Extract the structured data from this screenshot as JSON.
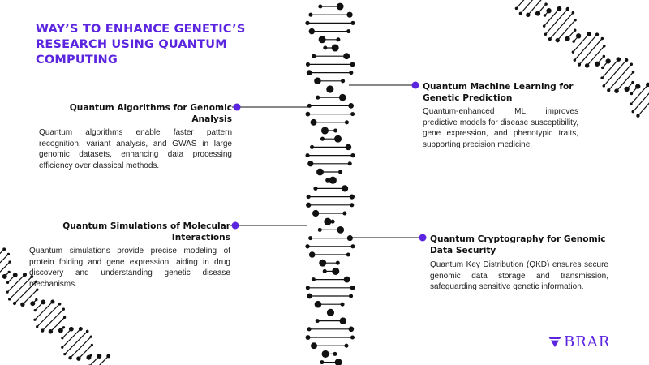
{
  "title": "WAY’S TO ENHANCE GENETIC’S RESEARCH USING QUANTUM COMPUTING",
  "points": [
    {
      "heading": "Quantum Algorithms for Genomic Analysis",
      "body": "Quantum algorithms enable faster pattern recognition, variant analysis, and GWAS in large genomic datasets, enhancing data processing efficiency over classical methods."
    },
    {
      "heading": "Quantum Machine Learning for Genetic Prediction",
      "body": "Quantum-enhanced ML improves predictive models for disease susceptibility, gene expression, and phenotypic traits, supporting precision medicine."
    },
    {
      "heading": "Quantum Simulations of Molecular Interactions",
      "body": "Quantum simulations provide precise modeling of protein folding and gene expression, aiding in drug discovery and understanding genetic disease mechanisms."
    },
    {
      "heading": "Quantum Cryptography for Genomic Data Security",
      "body": "Quantum Key Distribution (QKD) ensures secure genomic data storage and transmission, safeguarding sensitive genetic information."
    }
  ],
  "logo": {
    "text": "BRAR"
  },
  "colors": {
    "accent": "#5b25e0",
    "dna": "#111111",
    "text": "#111111"
  }
}
